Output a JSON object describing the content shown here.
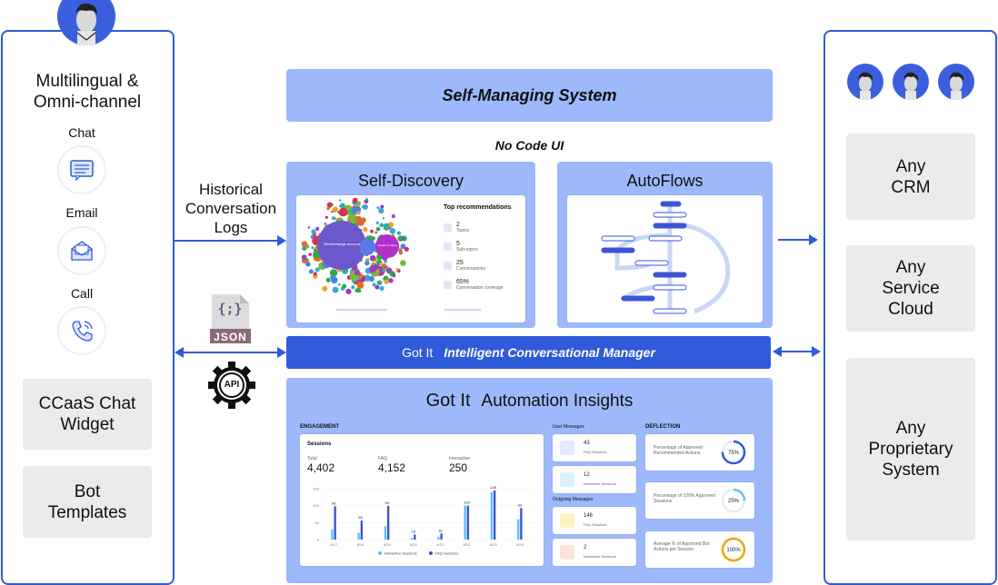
{
  "left": {
    "heading": "Multilingual & Omni-channel",
    "channels": [
      {
        "label": "Chat",
        "icon": "chat-icon"
      },
      {
        "label": "Email",
        "icon": "email-icon"
      },
      {
        "label": "Call",
        "icon": "phone-icon"
      }
    ],
    "cards": [
      "CCaaS Chat Widget",
      "Bot Templates"
    ]
  },
  "connector": {
    "historical_logs": "Historical Conversation Logs",
    "json_label": "JSON",
    "json_glyph": "{;}",
    "api_label": "API"
  },
  "center": {
    "self_managing": "Self-Managing System",
    "no_code": "No Code UI",
    "self_discovery": "Self-Discovery",
    "autoflows": "AutoFlows",
    "manager_brand": "Got It",
    "manager_title": "Intelligent Conversational Manager",
    "insights_brand": "Got It",
    "insights_title": "Automation Insights"
  },
  "discovery": {
    "top_title": "Top recommendations",
    "stats": [
      {
        "value": "2",
        "label": "Topics"
      },
      {
        "value": "5",
        "label": "Sub-topics"
      },
      {
        "value": "25",
        "label": "Conversations"
      },
      {
        "value": "65%",
        "label": "Conversation coverage"
      }
    ],
    "bubble_big": "Reset/change account",
    "bubble_mid": "Update to billing"
  },
  "insights": {
    "engagement_label": "ENGAGEMENT",
    "sessions_label": "Sessions",
    "metrics": [
      {
        "label": "Total",
        "value": "4,402"
      },
      {
        "label": "FAQ",
        "value": "4,152"
      },
      {
        "label": "Interactive",
        "value": "250"
      }
    ],
    "user_messages_label": "User Messages",
    "outgoing_messages_label": "Outgoing Messages",
    "user_messages": [
      {
        "value": "43",
        "label": "FAQ Sessions"
      },
      {
        "value": "12",
        "label": "Interactive Sessions"
      }
    ],
    "outgoing_messages": [
      {
        "value": "146",
        "label": "FAQ Sessions"
      },
      {
        "value": "2",
        "label": "Interactive Sessions"
      }
    ],
    "deflection_label": "DEFLECTION",
    "deflection": [
      {
        "label": "Percentage of Approved Recommended Actions",
        "value": "75%",
        "fraction": 0.75
      },
      {
        "label": "Percentage of 100% Approved Sessions",
        "value": "25%",
        "fraction": 0.25
      },
      {
        "label": "Average % of Approved Bot Actions per Session",
        "value": "100%",
        "fraction": 1.0
      }
    ],
    "legend": [
      "Interactive Sessions",
      "FAQ Sessions"
    ]
  },
  "chart_data": {
    "type": "bar",
    "categories": [
      "8/17",
      "8/18",
      "8/19",
      "8/20",
      "8/21",
      "8/22",
      "8/23",
      "8/24"
    ],
    "series": [
      {
        "name": "Interactive Sessions",
        "values": [
          30,
          20,
          40,
          5,
          8,
          100,
          140,
          60
        ]
      },
      {
        "name": "FAQ Sessions",
        "values": [
          98,
          56,
          99,
          15,
          18,
          100,
          145,
          93
        ]
      }
    ],
    "data_labels": [
      "98",
      "56",
      "99",
      "15",
      "18",
      "100",
      "145",
      "93"
    ],
    "yticks": [
      "150",
      "100",
      "50",
      "0"
    ],
    "ylim": [
      0,
      150
    ],
    "colors": {
      "Interactive Sessions": "#5ec3ef",
      "FAQ Sessions": "#3a55d8"
    }
  },
  "right": {
    "cards": [
      "Any CRM",
      "Any Service Cloud",
      "Any Proprietary System"
    ]
  },
  "colors": {
    "accent": "#2f5bd8",
    "panel": "#9db9fb",
    "card_gray": "#ebebeb"
  }
}
